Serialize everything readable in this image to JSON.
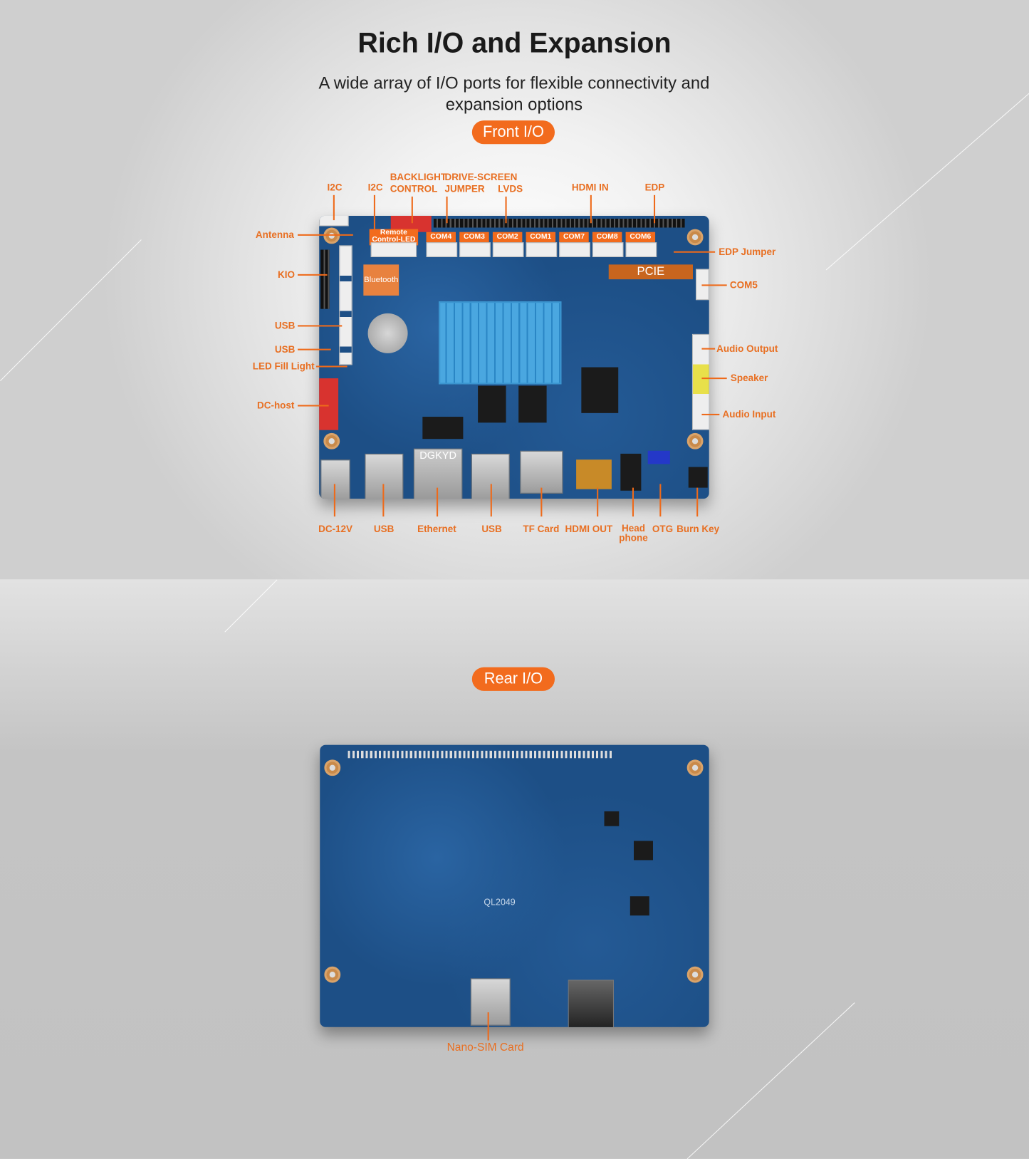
{
  "header": {
    "title": "Rich I/O and Expansion",
    "subtitle": "A wide array of I/O ports for flexible connectivity and expansion options"
  },
  "front": {
    "badge": "Front I/O",
    "top_labels": [
      "I2C",
      "I2C",
      "BACKLIGHT\nCONTROL",
      "DRIVE-SCREEN\nJUMPER",
      "LVDS",
      "HDMI IN",
      "EDP"
    ],
    "left_labels": [
      "Antenna",
      "KIO",
      "USB",
      "USB",
      "LED Fill Light",
      "DC-host"
    ],
    "right_labels": [
      "EDP Jumper",
      "COM5",
      "Audio Output",
      "Speaker",
      "Audio Input"
    ],
    "bottom_labels": [
      "DC-12V",
      "USB",
      "Ethernet",
      "USB",
      "TF Card",
      "HDMI OUT",
      "Head\nphone",
      "OTG",
      "Burn Key"
    ],
    "board_labels": {
      "remote": "Remote Control-LED",
      "coms": [
        "COM4",
        "COM3",
        "COM2",
        "COM1",
        "COM7",
        "COM8",
        "COM6"
      ],
      "pcie": "PCIE",
      "bluetooth": "Bluetooth",
      "ethernet_brand": "DGKYD"
    },
    "accent": "#f26b1d",
    "board_color": "#1d4f86"
  },
  "rear": {
    "badge": "Rear I/O",
    "labels": [
      "Nano-SIM Card"
    ],
    "chip_marking": "QL2049"
  }
}
